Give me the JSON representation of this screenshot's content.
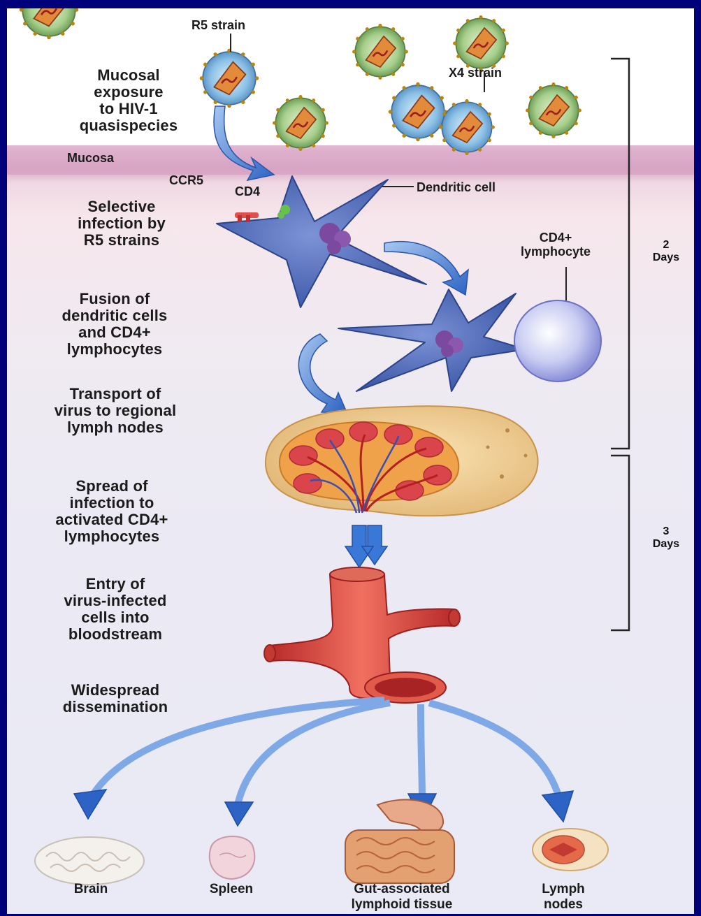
{
  "virus_labels": {
    "r5_strain": "R5 strain",
    "x4_strain": "X4 strain"
  },
  "layers": {
    "mucosa": "Mucosa"
  },
  "cell_labels": {
    "ccr5": "CCR5",
    "cd4": "CD4",
    "dendritic_cell": "Dendritic cell",
    "cd4_lymphocyte": "CD4+\nlymphocyte"
  },
  "steps": [
    {
      "text": "Mucosal\nexposure\nto HIV-1\nquasispecies"
    },
    {
      "text": "Selective\ninfection by\nR5 strains"
    },
    {
      "text": "Fusion of\ndendritic cells\nand CD4+\nlymphocytes"
    },
    {
      "text": "Transport of\nvirus to regional\nlymph nodes"
    },
    {
      "text": "Spread of\ninfection to\nactivated CD4+\nlymphocytes"
    },
    {
      "text": "Entry of\nvirus-infected\ncells into\nbloodstream"
    },
    {
      "text": "Widespread\ndissemination"
    }
  ],
  "timeline": [
    {
      "label": "2\nDays"
    },
    {
      "label": "3\nDays"
    }
  ],
  "organs": [
    {
      "label": "Brain"
    },
    {
      "label": "Spleen"
    },
    {
      "label": "Gut-associated\nlymphoid tissue"
    },
    {
      "label": "Lymph\nnodes"
    }
  ],
  "colors": {
    "background": "#00007a",
    "arrow": "#3a78d8",
    "cell": "#3c5aa8",
    "vessel": "#d8403e",
    "node": "#e8c48a"
  }
}
